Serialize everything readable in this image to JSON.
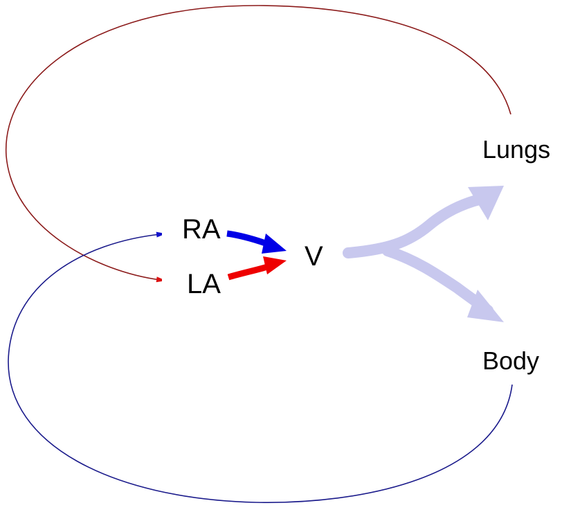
{
  "labels": {
    "ra": "RA",
    "la": "LA",
    "v": "V",
    "lungs": "Lungs",
    "body": "Body"
  },
  "colors": {
    "pulmonary_return": "#8b1a1a",
    "systemic_return": "#1a1a8b",
    "ra_arrow": "#0000e6",
    "la_arrow": "#ee0000",
    "outflow": "#c8c8ee"
  }
}
